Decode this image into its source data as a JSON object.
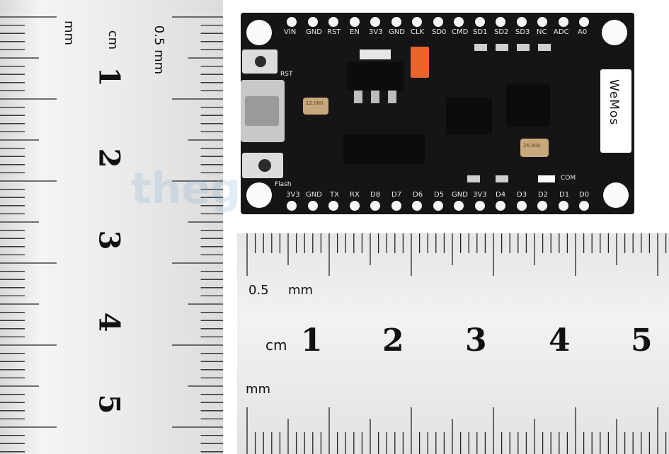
{
  "image": {
    "watermark": "thegioi",
    "colors": {
      "board": "#151515",
      "pad": "#f5f5f5",
      "ruler": "#eeeeee",
      "chip": "#0c0c0c",
      "led_orange": "#e8642a"
    }
  },
  "vertical_ruler": {
    "unit_mm_top": "mm",
    "unit_cm": "cm",
    "unit_half_mm": "0.5 mm",
    "numbers": [
      "1",
      "2",
      "3",
      "4",
      "5"
    ]
  },
  "horizontal_ruler": {
    "unit_half_mm": "0.5",
    "unit_half_mm_suffix": "mm",
    "unit_cm": "cm",
    "unit_mm_bottom": "mm",
    "numbers": [
      "1",
      "2",
      "3",
      "4",
      "5"
    ]
  },
  "board": {
    "top_pins": [
      "VIN",
      "GND",
      "RST",
      "EN",
      "3V3",
      "GND",
      "CLK",
      "SD0",
      "CMD",
      "SD1",
      "SD2",
      "SD3",
      "NC",
      "ADC",
      "A0"
    ],
    "bottom_pins": [
      "3V3",
      "GND",
      "TX",
      "RX",
      "D8",
      "D7",
      "D6",
      "D5",
      "GND",
      "3V3",
      "D4",
      "D3",
      "D2",
      "D1",
      "D0"
    ],
    "button_top_label": "RST",
    "button_bottom_label": "Flash",
    "crystal_small": "12.000",
    "crystal_right": "26.000",
    "led_label": "COM",
    "brand_logo": "WeMos"
  }
}
